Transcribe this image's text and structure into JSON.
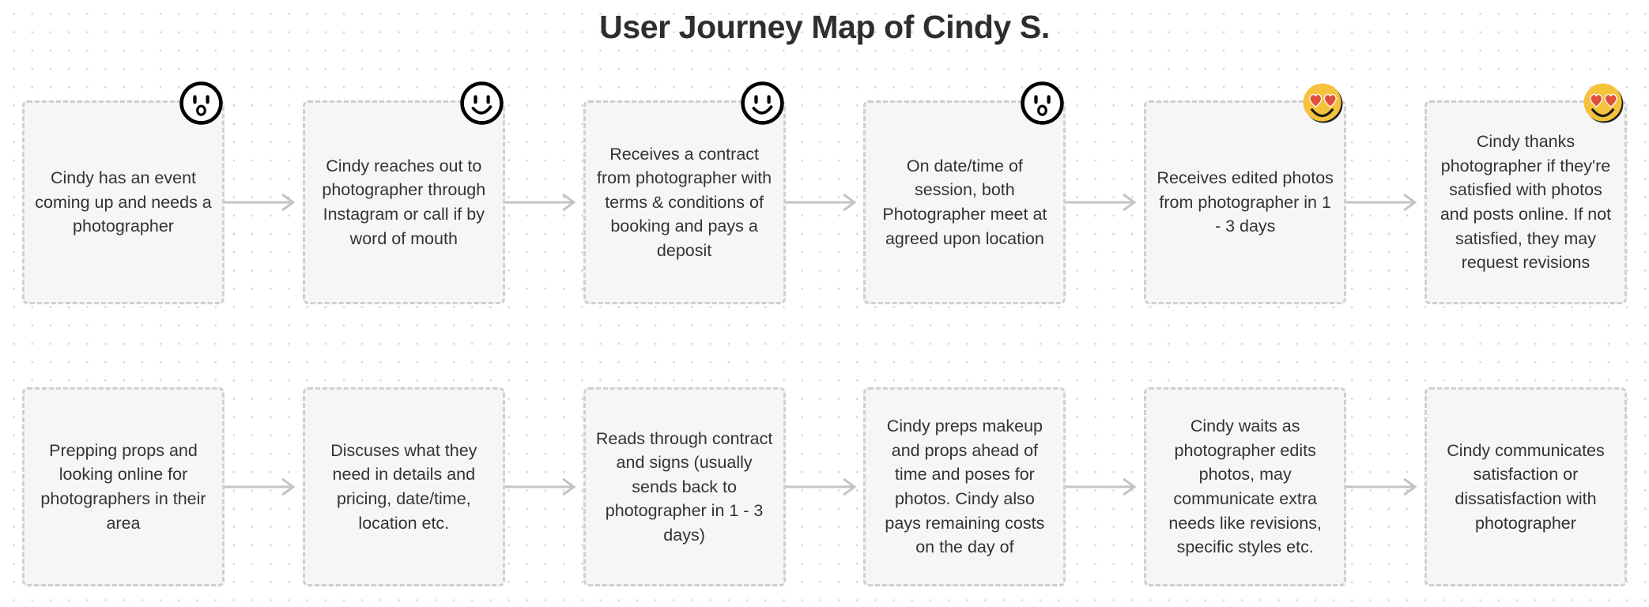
{
  "page": {
    "title": "User Journey Map of Cindy S.",
    "background": "#ffffff",
    "dot_grid_color": "#d9d9d9",
    "title_color": "#2e2e2e"
  },
  "style": {
    "card_fill": "#f6f6f6",
    "card_border": "#cfcfcf",
    "text_color": "#333333",
    "arrow_color": "#c4c4c4",
    "emoji_yellow": "#f5c33b",
    "emoji_heart": "#e0503a"
  },
  "rows": [
    {
      "name": "actions-row",
      "steps": [
        {
          "text": "Cindy has an event coming up and needs a photographer",
          "emoji": "hushed-face-emoji",
          "emoji_label": "hushed face"
        },
        {
          "text": "Cindy reaches out to photographer through Instagram or call if by word of mouth",
          "emoji": "slightly-smiling-face-emoji",
          "emoji_label": "slightly smiling face"
        },
        {
          "text": "Receives a contract from photographer with terms & conditions of booking and pays a deposit",
          "emoji": "slightly-smiling-face-emoji",
          "emoji_label": "slightly smiling face"
        },
        {
          "text": "On date/time of session, both Photographer meet at agreed upon location",
          "emoji": "hushed-face-emoji",
          "emoji_label": "hushed face"
        },
        {
          "text": "Receives edited photos from photographer in 1 - 3 days",
          "emoji": "heart-eyes-face-emoji",
          "emoji_label": "smiling face with heart eyes"
        },
        {
          "text": "Cindy thanks photographer if they're satisfied with photos and posts online. If not satisfied, they may request revisions",
          "emoji": "heart-eyes-face-emoji",
          "emoji_label": "smiling face with heart eyes"
        }
      ]
    },
    {
      "name": "details-row",
      "steps": [
        {
          "text": "Prepping props and looking online for photographers in their area",
          "emoji": null
        },
        {
          "text": "Discuses what they need in details and pricing, date/time, location etc.",
          "emoji": null
        },
        {
          "text": "Reads through contract and signs (usually sends back to photographer in 1 - 3 days)",
          "emoji": null
        },
        {
          "text": "Cindy preps makeup and props ahead of time and poses for photos. Cindy also pays remaining costs on the day of",
          "emoji": null
        },
        {
          "text": "Cindy waits as photographer edits photos, may communicate extra needs like revisions, specific styles etc.",
          "emoji": null
        },
        {
          "text": "Cindy communicates satisfaction or dissatisfaction with photographer",
          "emoji": null
        }
      ]
    }
  ],
  "connectors": {
    "name": "arrow-connector",
    "count_per_row": 5,
    "direction": "right"
  }
}
